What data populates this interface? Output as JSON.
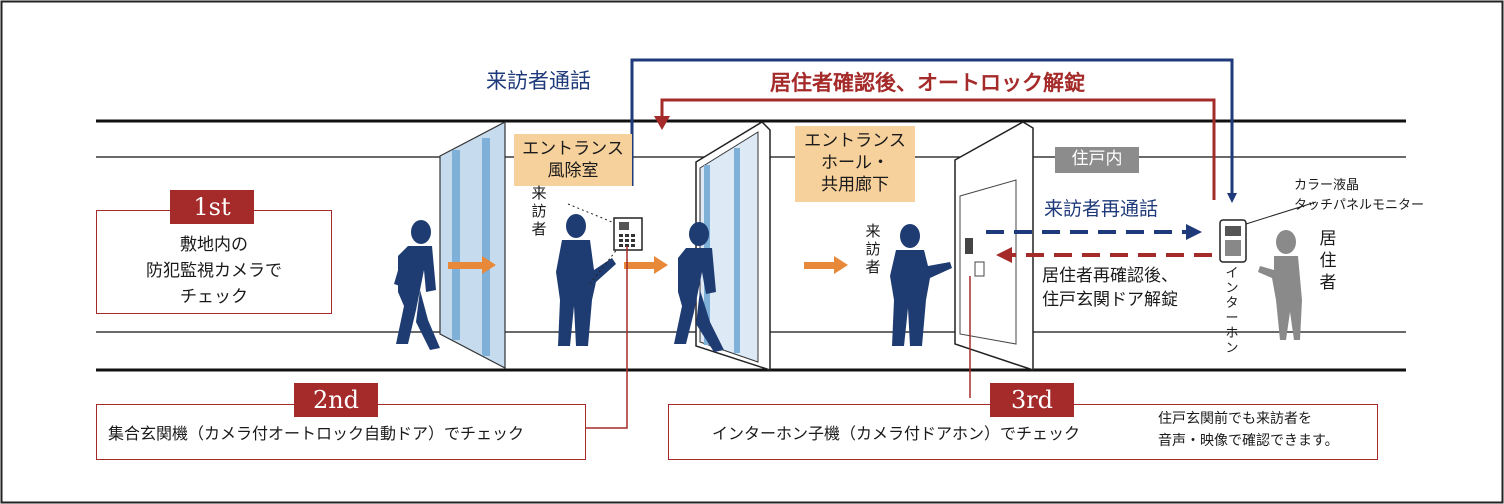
{
  "arrows": {
    "visitor_call": "来訪者通話",
    "auto_lock_release": "居住者確認後、オートロック解錠",
    "visitor_recall": "来訪者再通話",
    "door_release": "居住者再確認後、\n住戸玄関ドア解錠"
  },
  "zones": {
    "entrance_vestibule": "エントランス\n風除室",
    "entrance_hall": "エントランス\nホール・\n共用廊下",
    "dwelling": "住戸内"
  },
  "labels": {
    "visitor_1": "来訪者",
    "visitor_2": "来訪者",
    "resident": "居住者",
    "intercom": "インターホン",
    "monitor": "カラー液晶\nタッチパネルモニター"
  },
  "steps": [
    {
      "badge": "1st",
      "text": "敷地内の\n防犯監視カメラで\nチェック"
    },
    {
      "badge": "2nd",
      "text": "集合玄関機（カメラ付オートロック自動ドア）でチェック"
    },
    {
      "badge": "3rd",
      "text": "インターホン子機（カメラ付ドアホン）でチェック",
      "note": "住戸玄関前でも来訪者を\n音声・映像で確認できます。"
    }
  ],
  "colors": {
    "navy": "#1f3a7a",
    "maroon": "#a52a2a",
    "orange": "#e8893a",
    "figure": "#1e3c72",
    "resident_gray": "#8a8a8a",
    "tan": "#f7d19c",
    "glass": "#b8d3ea"
  }
}
